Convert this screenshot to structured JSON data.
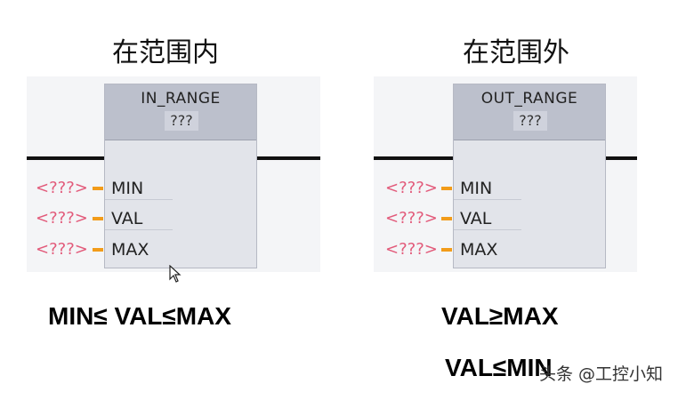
{
  "left": {
    "title": "在范围内",
    "block_name": "IN_RANGE",
    "block_instance": "???",
    "pins": [
      {
        "placeholder": "<???>",
        "label": "MIN"
      },
      {
        "placeholder": "<???>",
        "label": "VAL"
      },
      {
        "placeholder": "<???>",
        "label": "MAX"
      }
    ],
    "conditions": [
      "MIN≤ VAL≤MAX"
    ]
  },
  "right": {
    "title": "在范围外",
    "block_name": "OUT_RANGE",
    "block_instance": "???",
    "pins": [
      {
        "placeholder": "<???>",
        "label": "MIN"
      },
      {
        "placeholder": "<???>",
        "label": "VAL"
      },
      {
        "placeholder": "<???>",
        "label": "MAX"
      }
    ],
    "conditions": [
      "VAL≥MAX",
      "VAL≤MIN"
    ]
  },
  "watermark": "头条 @工控小知",
  "colors": {
    "placeholder": "#e25a7a",
    "pin_dash": "#f29c1a",
    "block_body": "#e2e4ea",
    "block_header": "#bcc0cc"
  }
}
